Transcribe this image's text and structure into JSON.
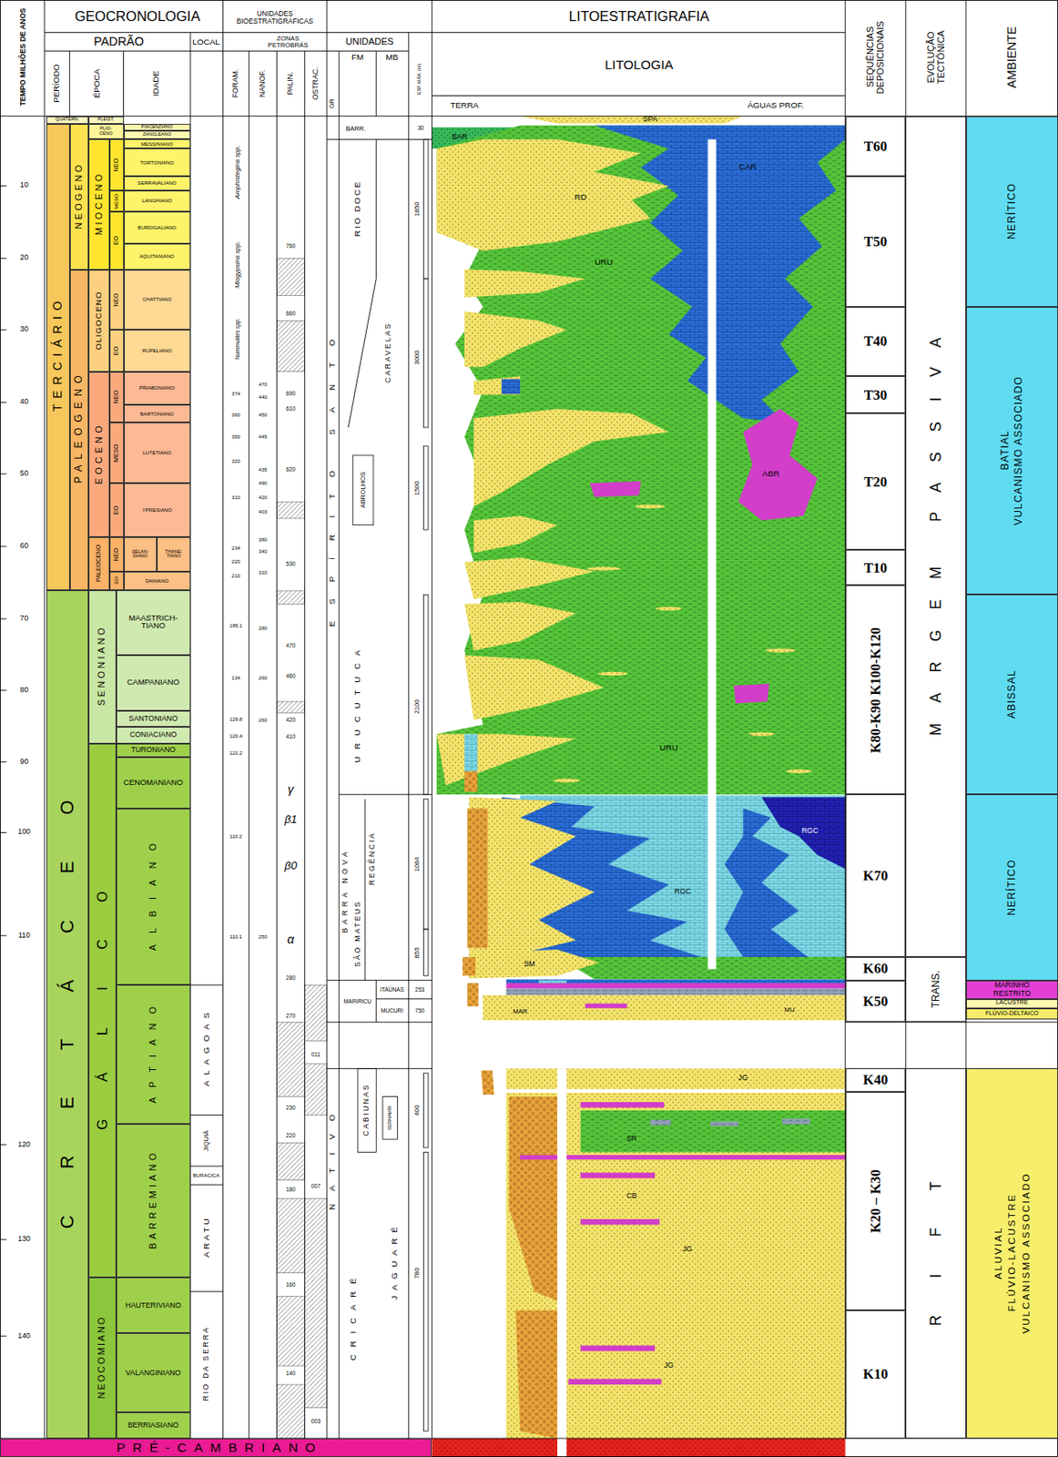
{
  "diagram": {
    "nodes": [
      {
        "text": [
          "QUATERN."
        ]
      },
      {
        "text": [
          "PLEIST."
        ]
      },
      {
        "text": [
          "TERCIÁRIO"
        ]
      },
      {
        "text": [
          "NEOGENO"
        ]
      },
      {
        "text": [
          "PALEOGENO"
        ]
      },
      {
        "text": [
          "PLIO- CENO"
        ]
      },
      {
        "text": [
          "MIOCENO"
        ]
      },
      {
        "text": [
          "NEO"
        ]
      },
      {
        "text": [
          "MESO"
        ]
      },
      {
        "text": [
          "EO"
        ]
      },
      {
        "text": [
          "OLIGOCENO"
        ]
      },
      {
        "text": [
          "NEO"
        ]
      },
      {
        "text": [
          "EO"
        ]
      },
      {
        "text": [
          "EOCENO"
        ]
      },
      {
        "text": [
          "NEO"
        ]
      },
      {
        "text": [
          "MESO"
        ]
      },
      {
        "text": [
          "EO"
        ]
      },
      {
        "text": [
          "PALEOCENO"
        ]
      },
      {
        "text": [
          "NEO"
        ]
      },
      {
        "text": [
          "EO"
        ]
      },
      {
        "text": [
          "PIACENZIANO"
        ]
      },
      {
        "text": [
          "ZANCLEANO"
        ]
      },
      {
        "text": [
          "MESSINIANO"
        ]
      },
      {
        "text": [
          "TORTONIANO"
        ]
      },
      {
        "text": [
          "SERRAVALIANO"
        ]
      },
      {
        "text": [
          "LANGHIANO"
        ]
      },
      {
        "text": [
          "BURDIGALIANO"
        ]
      },
      {
        "text": [
          "AQUITANIANO"
        ]
      },
      {
        "text": [
          "CHATTIANO"
        ]
      },
      {
        "text": [
          "RUPELIANO"
        ]
      },
      {
        "text": [
          "PRIABONIANO"
        ]
      },
      {
        "text": [
          "BARTONIANO"
        ]
      },
      {
        "text": [
          "LUTETIANO"
        ]
      },
      {
        "text": [
          "YPRESIANO"
        ]
      },
      {
        "text": [
          "SELAN- DIANO"
        ]
      },
      {
        "text": [
          "THANE- TIANO"
        ]
      },
      {
        "text": [
          "DANIANO"
        ]
      },
      {
        "text": [
          "CRETÁCEO"
        ]
      },
      {
        "text": [
          "SENONIANO"
        ]
      },
      {
        "text": [
          "GÁLICO"
        ]
      },
      {
        "text": [
          "NEOCOMIANO"
        ]
      },
      {
        "text": [
          "MAASTRICH- TIANO"
        ]
      },
      {
        "text": [
          "CAMPANIANO"
        ]
      },
      {
        "text": [
          "SANTONIANO"
        ]
      },
      {
        "text": [
          "CONIACIANO"
        ]
      },
      {
        "text": [
          "TURONIANO"
        ]
      },
      {
        "text": [
          "CENOMANIANO"
        ]
      },
      {
        "text": [
          "ALBIANO"
        ]
      },
      {
        "text": [
          "APTIANO"
        ]
      },
      {
        "text": [
          "BARREMIANO"
        ]
      },
      {
        "text": [
          "HAUTERIVIANO"
        ]
      },
      {
        "text": [
          "VALANGINIANO"
        ]
      },
      {
        "text": [
          "BERRIASIANO"
        ]
      },
      {
        "text": [
          "T60"
        ]
      },
      {
        "text": [
          "T50"
        ]
      },
      {
        "text": [
          "T40"
        ]
      },
      {
        "text": [
          "T30"
        ]
      },
      {
        "text": [
          "T20"
        ]
      },
      {
        "text": [
          "T10"
        ]
      },
      {
        "text": [
          "K100-K120",
          "K80-K90"
        ]
      },
      {
        "text": [
          "K70"
        ]
      },
      {
        "text": [
          "K60"
        ]
      },
      {
        "text": [
          "K50"
        ]
      },
      {
        "text": [
          "K40"
        ]
      },
      {
        "text": [
          "K20 – K30"
        ]
      },
      {
        "text": [
          "K10"
        ]
      },
      {
        "text": [
          "MARGEM PASSIVA"
        ]
      },
      {
        "text": [
          "TRANS."
        ]
      },
      {
        "text": [
          "RIFT"
        ]
      },
      {
        "text": [
          "NERÍTICO"
        ]
      },
      {
        "text": [
          "BATIAL",
          "VULCANISMO ASSOCIADO"
        ]
      },
      {
        "text": [
          "ABISSAL"
        ]
      },
      {
        "text": [
          "NERÍTICO"
        ]
      },
      {
        "text": [
          "MARINHO RESTRITO"
        ]
      },
      {
        "text": [
          "LACUSTRE"
        ]
      },
      {
        "text": [
          "FLÚVIO-DELTAICO"
        ]
      },
      {
        "text": [
          "ALUVIAL",
          "FLÚVIO-LACUSTRE",
          "VULCANISMO ASSOCIADO"
        ]
      },
      {
        "text": [
          "PRÉ-CAMBRIANO"
        ]
      }
    ],
    "labels": [
      "TEMPO MILHÕES DE ANOS",
      "GEOCRONOLOGIA",
      "UNIDADES BIOESTRATIGRÁFICAS",
      "LITOESTRATIGRAFIA",
      "SEQUÊNCIAS DEPOSICIONAIS",
      "EVOLUÇÃO TECTÔNICA",
      "AMBIENTE",
      "PADRÃO",
      "LOCAL",
      "ZONAS PETROBRÁS",
      "UNIDADES",
      "ESP. MÁX. (m)",
      "LITOLOGIA",
      "PERÍODO",
      "ÉPOCA",
      "IDADE",
      "FORAM.",
      "NANOF.",
      "PALIN.",
      "OSTRAC.",
      "GR",
      "FM",
      "MB",
      "TERRA",
      "ÁGUAS PROF.",
      "10",
      "20",
      "30",
      "40",
      "50",
      "60",
      "70",
      "80",
      "90",
      "100",
      "110",
      "120",
      "130",
      "140",
      "Amphistegina spp.",
      "Miogypsina spp.",
      "Nummulites spp.",
      "374",
      "360",
      "350",
      "320",
      "310",
      "234",
      "220",
      "210",
      "185.1",
      "134",
      "129.8",
      "120.4",
      "121.2",
      "110.2",
      "110.1",
      "470",
      "440",
      "450",
      "445",
      "435",
      "490",
      "420",
      "403",
      "380",
      "340",
      "310",
      "280",
      "260",
      "260",
      "250",
      "760",
      "660",
      "690",
      "610",
      "620",
      "530",
      "470",
      "460",
      "420",
      "410",
      "γ",
      "β1",
      "β0",
      "α",
      "280",
      "270",
      "230",
      "220",
      "180",
      "160",
      "140",
      "011",
      "007",
      "003",
      "ALAGOAS",
      "JIQUIÁ",
      "BURACICA",
      "ARATU",
      "RIO DA SERRA",
      "BARR.",
      "RIO DOCE",
      "CARAVELAS",
      "ABROLHOS",
      "URUCUTUCA",
      "ESPÍRITO SANTO",
      "BARRA NOVA",
      "SÃO MATEUS",
      "REGÊNCIA",
      "MARIRICU",
      "ITAÚNAS",
      "MUCURI",
      "CABIUNAS",
      "SERNAMBI",
      "NATIVO",
      "CRICARÉ",
      "JAGUARÉ",
      "30",
      "1850",
      "3000",
      "1500",
      "2100",
      "1064",
      "855",
      "253",
      "750",
      "400",
      "780",
      "SPA",
      "BAR",
      "CAR",
      "RD",
      "URU",
      "ABR",
      "URU",
      "RGC",
      "RGC",
      "SM",
      "MAR",
      "MU",
      "JG",
      "SR",
      "CB",
      "JG",
      "JG"
    ]
  }
}
